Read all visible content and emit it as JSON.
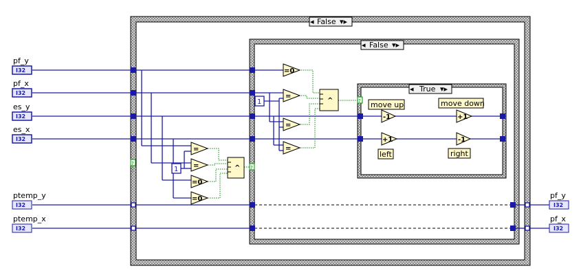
{
  "inputs": {
    "pf_y": "pf_y",
    "pf_x": "pf_x",
    "es_y": "es_y",
    "es_x": "es_x",
    "ptemp_y": "ptemp_y",
    "ptemp_x": "ptemp_x"
  },
  "outputs": {
    "pf_y": "pf_y",
    "pf_x": "pf_x"
  },
  "data_type": "I32",
  "case_structures": {
    "outer": "False",
    "middle": "False",
    "inner": "True"
  },
  "operators": {
    "eq_zero": "=0",
    "eq": "=",
    "and": "^",
    "dec": "-1",
    "inc": "+1"
  },
  "constants": {
    "one": "1"
  },
  "labels": {
    "move_up": "move up",
    "move_down": "move down",
    "left": "left",
    "right": "right"
  },
  "colors": {
    "wire_i32": "#1a1aa6",
    "wire_bool": "#0a8a0a",
    "case_frame": "#9e9e9e",
    "node_fill": "#fff8c8"
  }
}
